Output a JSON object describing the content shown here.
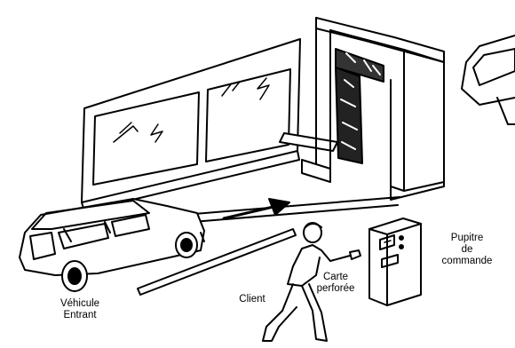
{
  "labels": {
    "vehicle": [
      "Véhicule",
      "Entrant"
    ],
    "client": "Client",
    "card": [
      "Carte",
      "perforée"
    ],
    "desk": [
      "Pupitre",
      "de",
      "commande"
    ]
  },
  "icons": [
    "car-icon",
    "person-icon",
    "car-wash-gantry-icon",
    "control-desk-icon",
    "arrow-right-icon"
  ]
}
